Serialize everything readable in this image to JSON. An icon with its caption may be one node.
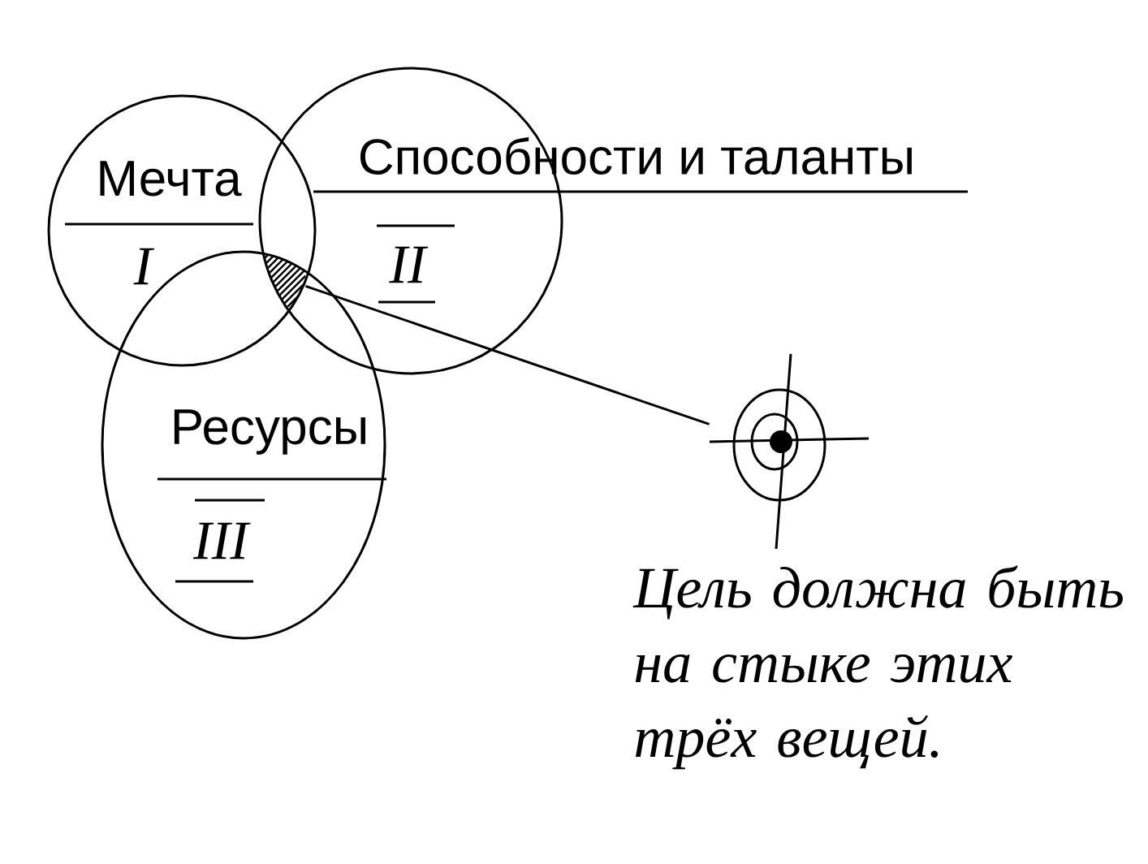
{
  "diagram": {
    "nodes": [
      {
        "text": [
          "Мечта",
          "I"
        ]
      },
      {
        "text": [
          "Способности и таланты",
          "II"
        ]
      },
      {
        "text": [
          "Ресурсы",
          "III"
        ]
      },
      {
        "text": [],
        "shape": "region"
      },
      {
        "text": [],
        "shape": "picture",
        "beside": [
          "Цель должна быть на стыке этих трёх вещей."
        ]
      }
    ],
    "edges": [
      {
        "from": 3,
        "to": 4,
        "arrow": "none"
      }
    ]
  }
}
